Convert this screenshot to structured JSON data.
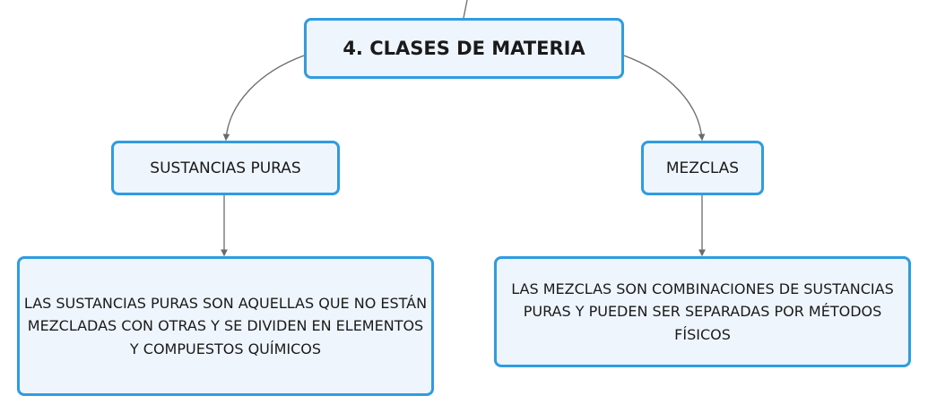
{
  "map": {
    "root": {
      "label": "4. CLASES DE MATERIA"
    },
    "branches": [
      {
        "label": "SUSTANCIAS PURAS",
        "detail": "LAS SUSTANCIAS PURAS SON AQUELLAS QUE NO ESTÁN MEZCLADAS CON OTRAS Y SE DIVIDEN EN ELEMENTOS Y COMPUESTOS QUÍMICOS"
      },
      {
        "label": "MEZCLAS",
        "detail": "LAS MEZCLAS SON COMBINACIONES DE SUSTANCIAS PURAS Y PUEDEN SER SEPARADAS POR MÉTODOS FÍSICOS"
      }
    ]
  },
  "colors": {
    "node_border": "#2f9be0",
    "node_fill": "#eef5fc",
    "connector": "#6b6b6b",
    "text": "#1a1a1a"
  }
}
